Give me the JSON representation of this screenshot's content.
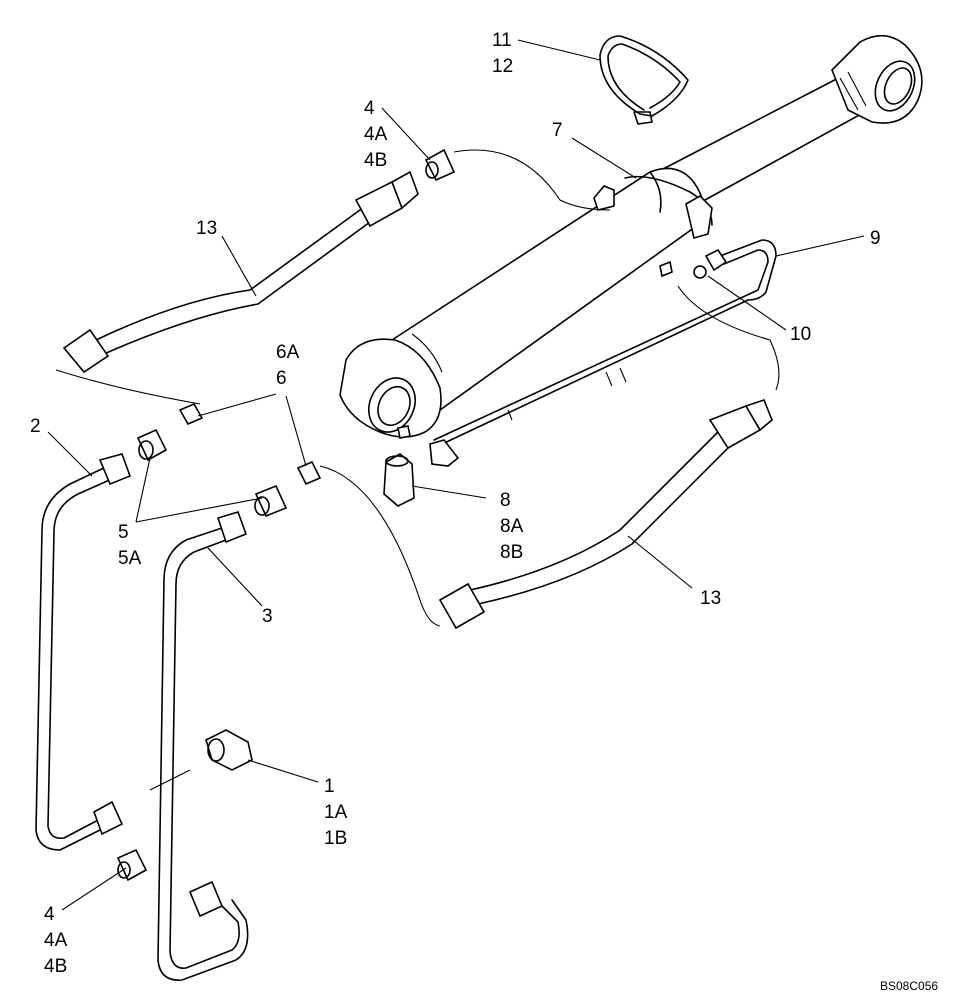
{
  "labels": {
    "l11": "11",
    "l12": "12",
    "l4t": "4",
    "l4At": "4A",
    "l4Bt": "4B",
    "l7": "7",
    "l13a": "13",
    "l9": "9",
    "l10": "10",
    "l6A": "6A",
    "l6": "6",
    "l2": "2",
    "l5": "5",
    "l5A": "5A",
    "l3": "3",
    "l8": "8",
    "l8A": "8A",
    "l8B": "8B",
    "l13b": "13",
    "l1": "1",
    "l1A": "1A",
    "l1B": "1B",
    "l4b": "4",
    "l4Ab": "4A",
    "l4Bb": "4B"
  },
  "drawing_code": "BS08C056"
}
